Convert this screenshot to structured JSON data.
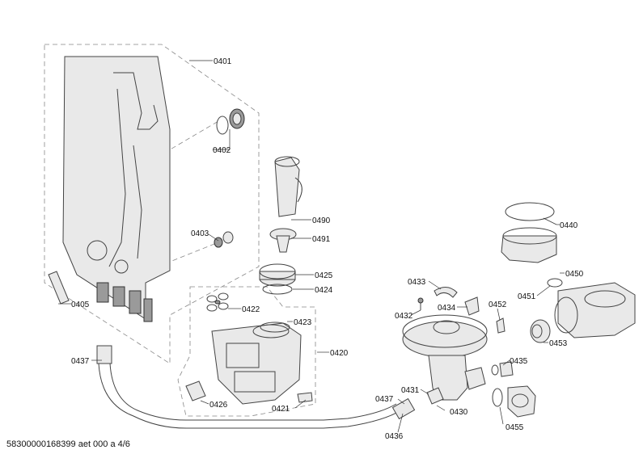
{
  "footer_text": "58300000168399 aet 000 a 4/6",
  "callouts": {
    "c0401": "0401",
    "c0402": "0402",
    "c0403": "0403",
    "c0405": "0405",
    "c0437a": "0437",
    "c0490": "0490",
    "c0491": "0491",
    "c0425": "0425",
    "c0424": "0424",
    "c0422": "0422",
    "c0423": "0423",
    "c0420": "0420",
    "c0426": "0426",
    "c0421": "0421",
    "c0433": "0433",
    "c0432": "0432",
    "c0434": "0434",
    "c0452": "0452",
    "c0440": "0440",
    "c0450": "0450",
    "c0451": "0451",
    "c0453": "0453",
    "c0435": "0435",
    "c0437b": "0437",
    "c0431": "0431",
    "c0430": "0430",
    "c0436": "0436",
    "c0455": "0455"
  }
}
